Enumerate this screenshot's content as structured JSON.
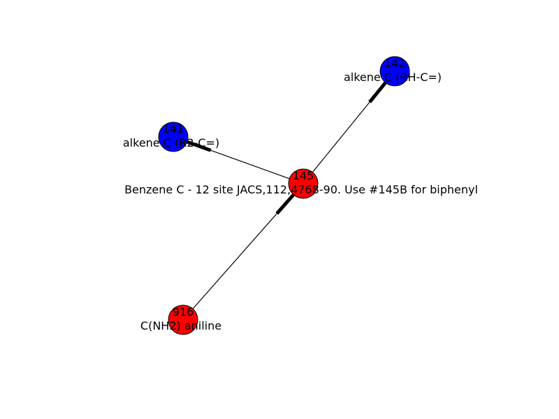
{
  "nodes": [
    {
      "id": "145",
      "label": "Benzene C - 12 site JACS,112,4768-90. Use #145B for biphenyl",
      "color": "#ff0000"
    },
    {
      "id": "142",
      "label": "alkene C (RH-C=)",
      "color": "#0000ff"
    },
    {
      "id": "141",
      "label": "alkene C (R2-C=)",
      "color": "#0000ff"
    },
    {
      "id": "916",
      "label": "C(NH2) aniline",
      "color": "#ff0000"
    }
  ],
  "edges": [
    {
      "source": "145",
      "target": "142"
    },
    {
      "source": "145",
      "target": "141"
    },
    {
      "source": "916",
      "target": "145"
    }
  ]
}
